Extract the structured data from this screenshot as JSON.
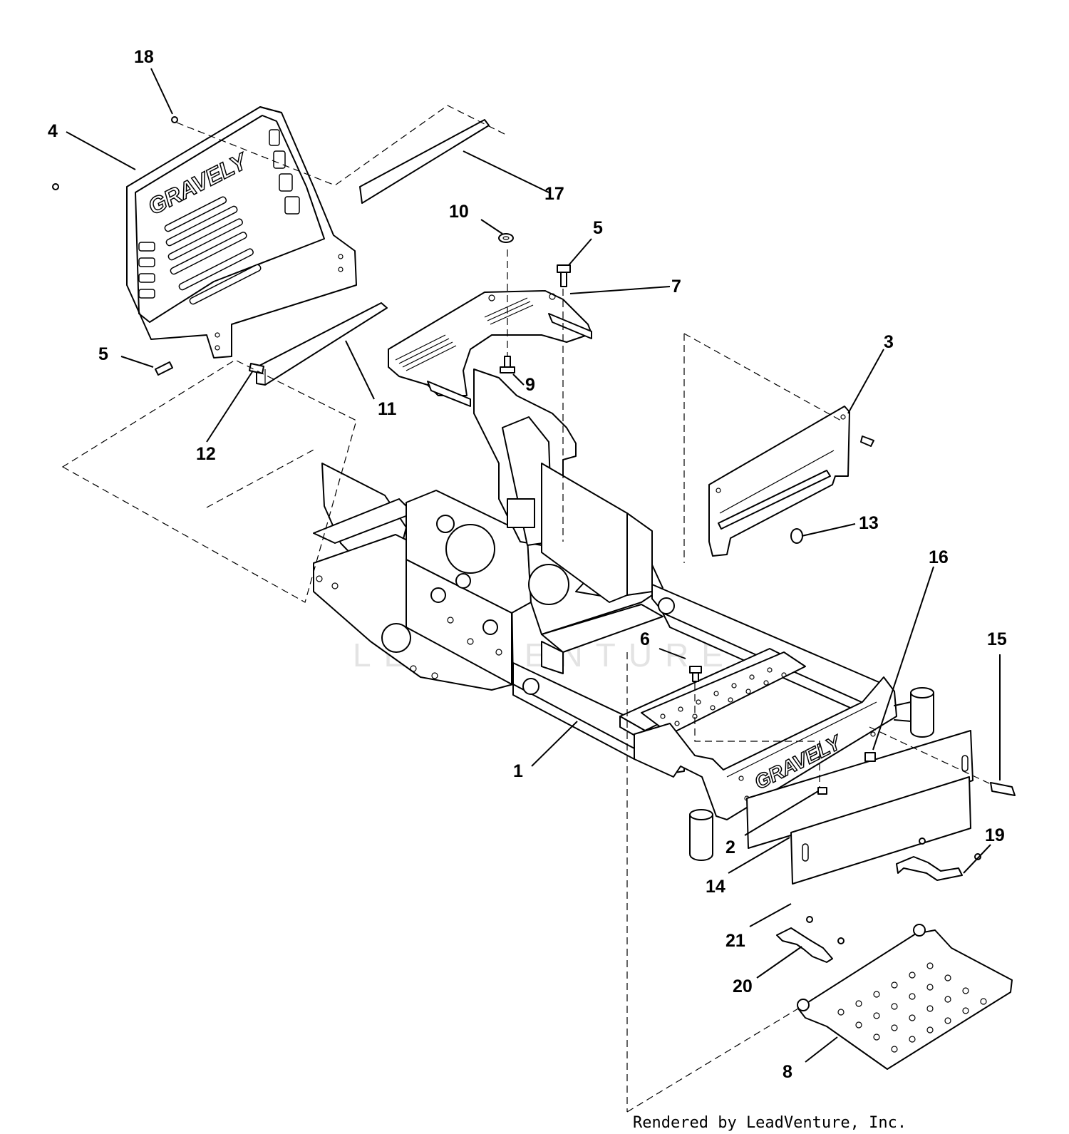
{
  "callouts": [
    "18",
    "4",
    "17",
    "10",
    "5",
    "7",
    "5",
    "9",
    "3",
    "11",
    "12",
    "13",
    "16",
    "15",
    "6",
    "1",
    "2",
    "14",
    "19",
    "21",
    "20",
    "8"
  ],
  "brand_label": "GRAVELY",
  "seat_brand_label": "GRAVELY",
  "watermark": "LEADVENTURE",
  "credit": "Rendered by LeadVenture, Inc."
}
